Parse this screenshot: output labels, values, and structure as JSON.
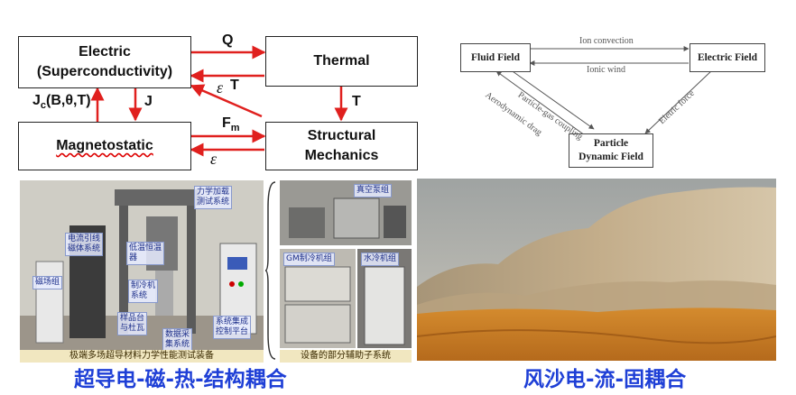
{
  "coupling_diagram": {
    "boxes": {
      "electric": "Electric\n(Superconductivity)",
      "thermal": "Thermal",
      "magnetostatic": "Magnetostatic",
      "structural": "Structural\nMechanics"
    },
    "labels": {
      "q": "Q",
      "t_top": "T",
      "epsilon_top": "ε",
      "jc_main": "J",
      "jc_sub": "c",
      "jc_args": "(B,θ,T)",
      "j": "J",
      "t_right": "T",
      "fm_main": "F",
      "fm_sub": "m",
      "epsilon_bottom": "ε"
    }
  },
  "sand_diagram": {
    "boxes": {
      "fluid": "Fluid Field",
      "electric": "Electric Field",
      "particle": "Particle\nDynamic Field"
    },
    "labels": {
      "ion_convection": "Ion convection",
      "ionic_wind": "Ionic wind",
      "particle_gas": "Particle-gas coupling",
      "aero_drag": "Aerodynamic drag",
      "electric_force": "Eletric force"
    }
  },
  "photos": {
    "lab_labels": {
      "l1": "电流引线\n磁体系统",
      "l2": "力学加载\n测试系统",
      "l3": "低温恒温\n器",
      "l4": "磁场组",
      "l5": "样品台\n与杜瓦",
      "l6": "系统集成\n控制平台",
      "l7": "数据采\n集系统",
      "l8": "制冷机\n系统"
    },
    "lab_caption": "极端多场超导材料力学性能测试装备",
    "equip_labels": {
      "e1": "真空泵组",
      "e2": "GM制冷机组",
      "e3": "水冷机组"
    },
    "equip_caption": "设备的部分辅助子系统"
  },
  "captions": {
    "left": "超导电-磁-热-结构耦合",
    "right": "风沙电-流-固耦合"
  },
  "colors": {
    "arrow_red": "#e0201e",
    "caption_blue": "#1e3fd6",
    "sand_arrow": "#555555"
  }
}
